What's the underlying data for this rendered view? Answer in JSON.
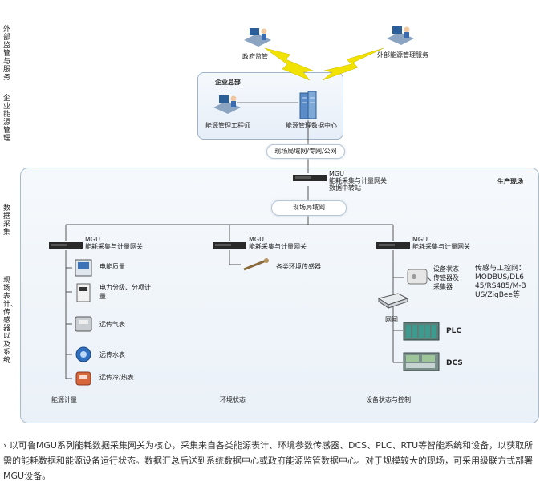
{
  "sections": {
    "external": "外部监管与服务",
    "enterprise": "企业能源管理",
    "collection": "数据采集",
    "field_meters": "现场表计、传感器以及系统"
  },
  "nodes": {
    "gov": "政府监管",
    "external_service": "外部能源管理服务",
    "hq": "企业总部",
    "engineer": "能源管理工程师",
    "data_center": "能源管理数据中心",
    "wan": "现场局域网/专网/公网",
    "production_site": "生产现场",
    "top_mgu": {
      "name": "MGU",
      "line1": "能耗采集与计量网关",
      "line2": "数据中转站"
    },
    "lan": "现场局域网",
    "mgu_label": "MGU",
    "mgu_desc": "能耗采集与计量网关"
  },
  "branch_energy": {
    "items": [
      "电能质量",
      "电力分级、分项计量",
      "远传气表",
      "远传水表",
      "远传冷/热表"
    ],
    "caption": "能源计量"
  },
  "branch_env": {
    "sensor": "各类环境传感器",
    "caption": "环境状态"
  },
  "branch_device": {
    "device_sensor": "设备状态传感器及采集器",
    "protocol": "传感与工控网：MODBUS/DL645/RS485/M-BUS/ZigBee等",
    "gateway": "网闸",
    "plc": "PLC",
    "dcs": "DCS",
    "caption": "设备状态与控制"
  },
  "footer": "以可鲁MGU系列能耗数据采集网关为核心，采集来自各类能源表计、环境参数传感器、DCS、PLC、RTU等智能系统和设备，以获取所需的能耗数据和能源设备运行状态。数据汇总后送到系统数据中心或政府能源监管数据中心。对于规模较大的现场，可采用级联方式部署MGU设备。",
  "colors": {
    "lightning": "#f1e200",
    "line": "#555555",
    "panel": "#eaf1f8"
  }
}
